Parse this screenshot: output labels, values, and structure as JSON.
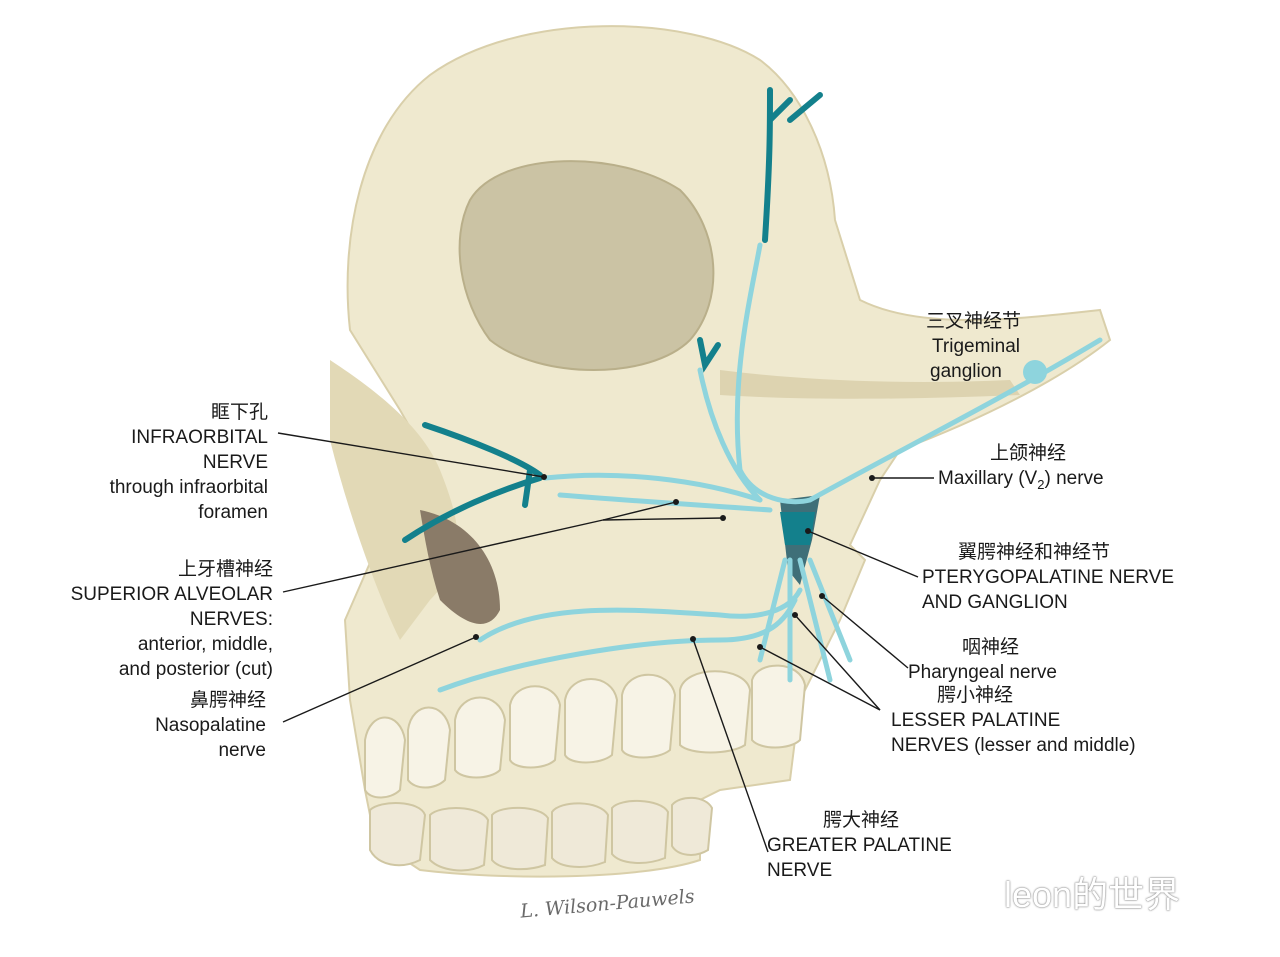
{
  "labels": {
    "infraorbital": {
      "zh": "眶下孔",
      "l1": "INFRAORBITAL",
      "l2": "NERVE",
      "l3": "through infraorbital",
      "l4": "foramen"
    },
    "superior_alveolar": {
      "zh": "上牙槽神经",
      "l1": "SUPERIOR ALVEOLAR",
      "l2": "NERVES:",
      "l3": "anterior, middle,",
      "l4": "and posterior (cut)"
    },
    "nasopalatine": {
      "zh": "鼻腭神经",
      "l1": "Nasopalatine",
      "l2": "nerve"
    },
    "trigeminal": {
      "zh": "三叉神经节",
      "l1": "Trigeminal",
      "l2": "ganglion"
    },
    "maxillary": {
      "zh": "上颌神经",
      "l1_pre": "Maxillary (V",
      "l1_sub": "2",
      "l1_post": ") nerve"
    },
    "pterygopalatine": {
      "zh": "翼腭神经和神经节",
      "l1": "PTERYGOPALATINE NERVE",
      "l2": "AND GANGLION"
    },
    "pharyngeal": {
      "zh": "咽神经",
      "l1": "Pharyngeal nerve"
    },
    "lesser_palatine": {
      "zh": "腭小神经",
      "l1": "LESSER PALATINE",
      "l2": "NERVES (lesser and middle)"
    },
    "greater_palatine": {
      "zh": "腭大神经",
      "l1": "GREATER PALATINE",
      "l2": "NERVE"
    }
  },
  "signature": "L. Wilson-Pauwels",
  "watermark": "leon的世界",
  "colors": {
    "nerve_dark": "#13808c",
    "nerve_light": "#8ed4dd",
    "bone": "#efe9cf",
    "bone_shadow": "#cfc6a2"
  }
}
